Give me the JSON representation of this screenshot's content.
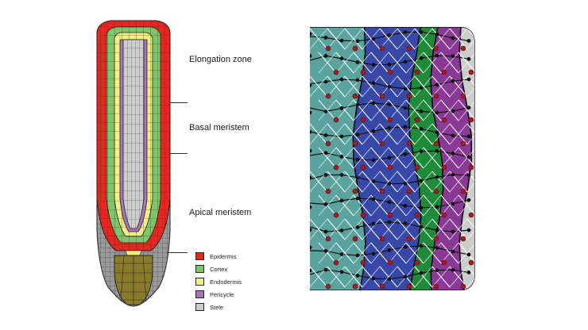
{
  "zones": [
    {
      "label": "Elongation zone"
    },
    {
      "label": "Basal meristem"
    },
    {
      "label": "Apical meristem"
    }
  ],
  "legend": {
    "items": [
      {
        "label": "Epidermis",
        "color": "#e8261f"
      },
      {
        "label": "Cortex",
        "color": "#7dc66a"
      },
      {
        "label": "Endodermis",
        "color": "#f2ee82"
      },
      {
        "label": "Pericycle",
        "color": "#a974b8"
      },
      {
        "label": "Stele",
        "color": "#cdcdcd"
      }
    ]
  },
  "colors": {
    "epidermis": "#e8261f",
    "cortex": "#7dc66a",
    "endodermis": "#f2ee82",
    "pericycle": "#a974b8",
    "stele": "#cdcdcd",
    "root_cap": "#8b7a2a",
    "lateral_cap": "#9a9a9a",
    "mesh_teal": "#5aa39e",
    "mesh_blue": "#3848a8",
    "mesh_green": "#1f8a3a",
    "mesh_purple": "#8a3a96",
    "node_red": "#a31c22"
  }
}
